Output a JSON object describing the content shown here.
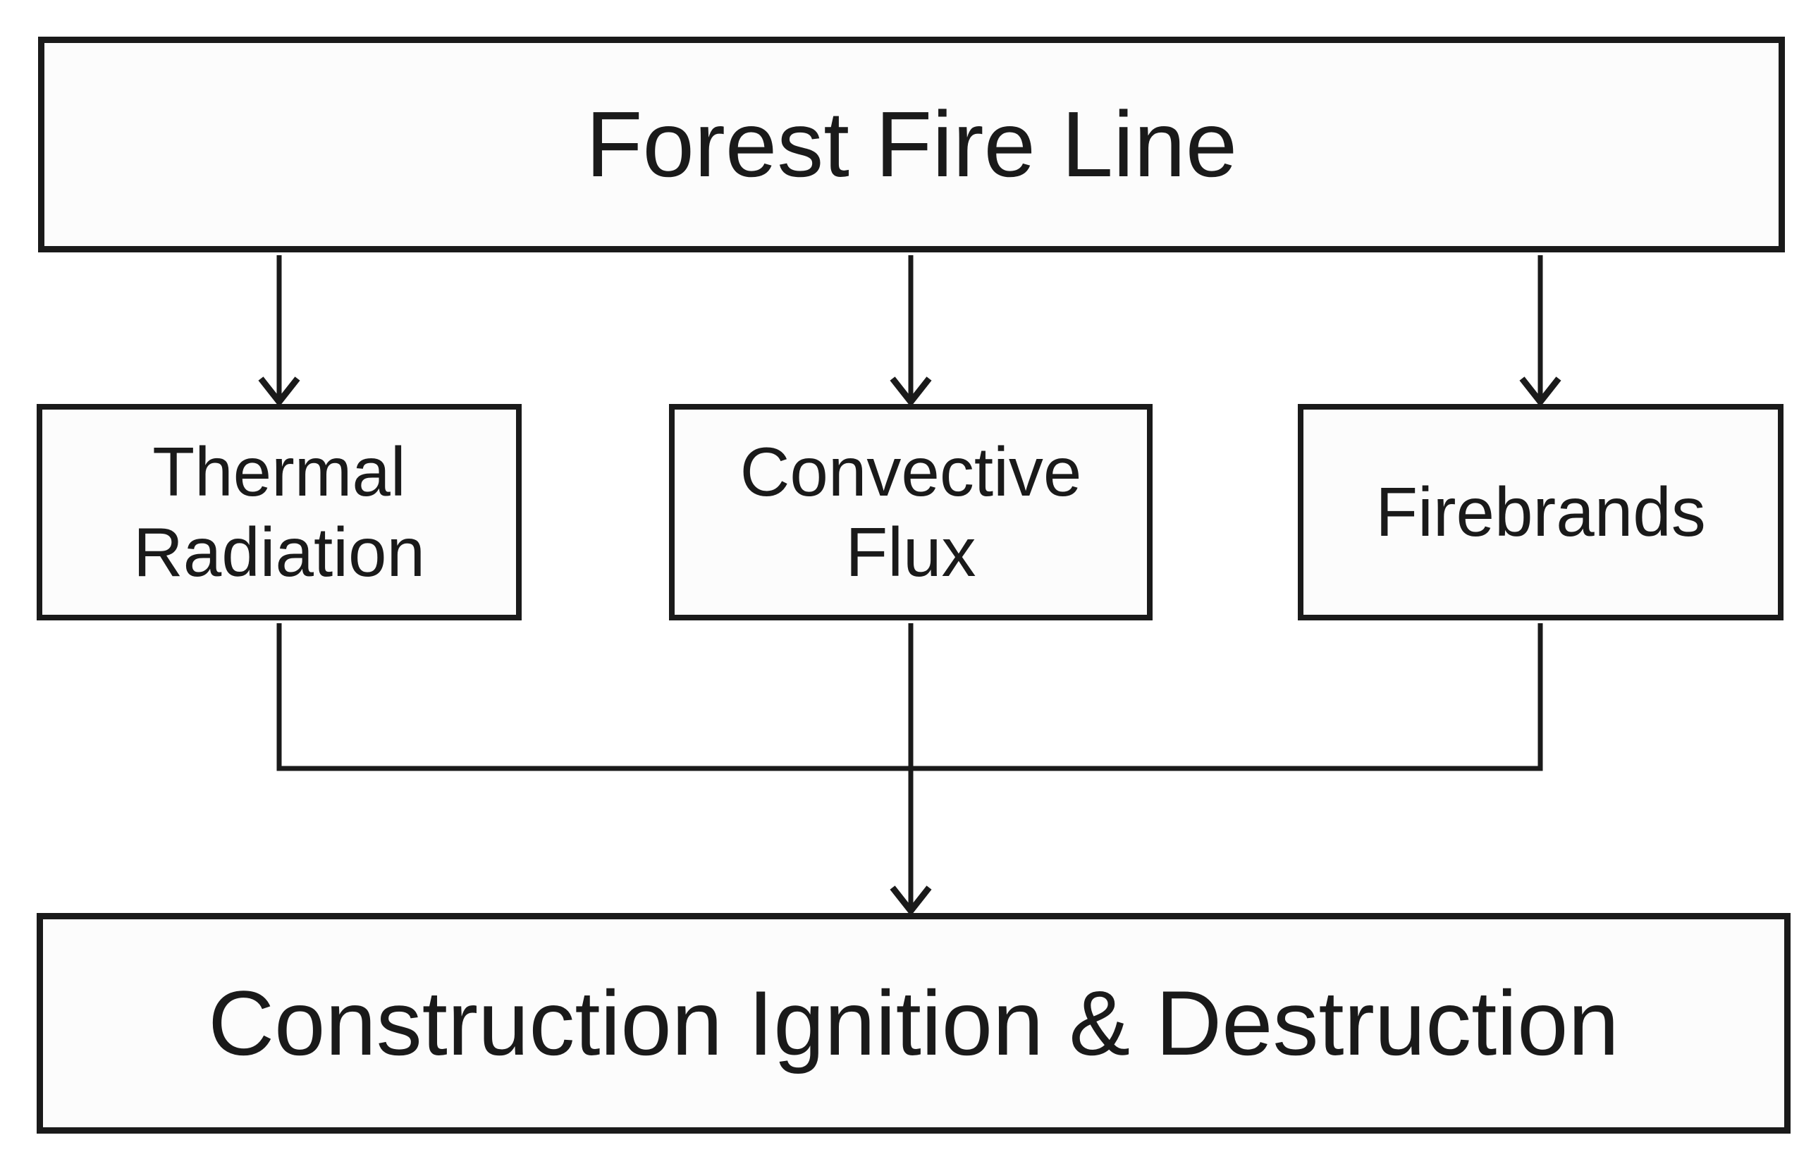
{
  "colors": {
    "line": "#1a1a1a",
    "background": "#ffffff",
    "box_fill": "#fcfcfc"
  },
  "diagram": {
    "type": "flowchart",
    "nodes": [
      {
        "id": "forest-fire-line",
        "label": "Forest Fire Line"
      },
      {
        "id": "thermal-radiation",
        "label": "Thermal\nRadiation"
      },
      {
        "id": "convective-flux",
        "label": "Convective\nFlux"
      },
      {
        "id": "firebrands",
        "label": "Firebrands"
      },
      {
        "id": "construction-ignition-destruction",
        "label": "Construction Ignition & Destruction"
      }
    ],
    "edges": [
      {
        "from": "forest-fire-line",
        "to": "thermal-radiation"
      },
      {
        "from": "forest-fire-line",
        "to": "convective-flux"
      },
      {
        "from": "forest-fire-line",
        "to": "firebrands"
      },
      {
        "from": "thermal-radiation",
        "to": "construction-ignition-destruction"
      },
      {
        "from": "convective-flux",
        "to": "construction-ignition-destruction"
      },
      {
        "from": "firebrands",
        "to": "construction-ignition-destruction"
      }
    ]
  }
}
